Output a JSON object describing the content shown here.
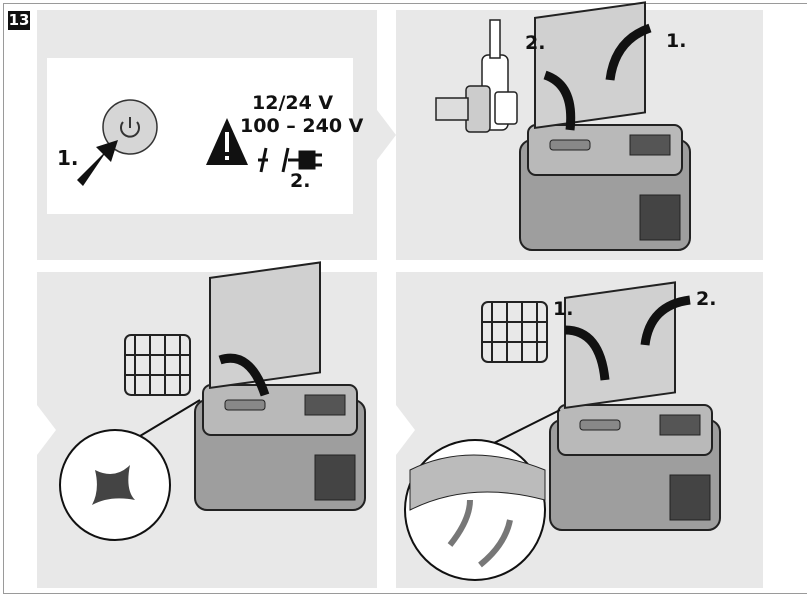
{
  "figure_number": "13",
  "panel1": {
    "step1": "1.",
    "step2": "2.",
    "voltage_dc": "12/24 V",
    "voltage_ac": "100 – 240 V"
  },
  "panel2": {
    "step1": "1.",
    "step2": "2."
  },
  "panel4": {
    "step1": "1.",
    "step2": "2."
  }
}
